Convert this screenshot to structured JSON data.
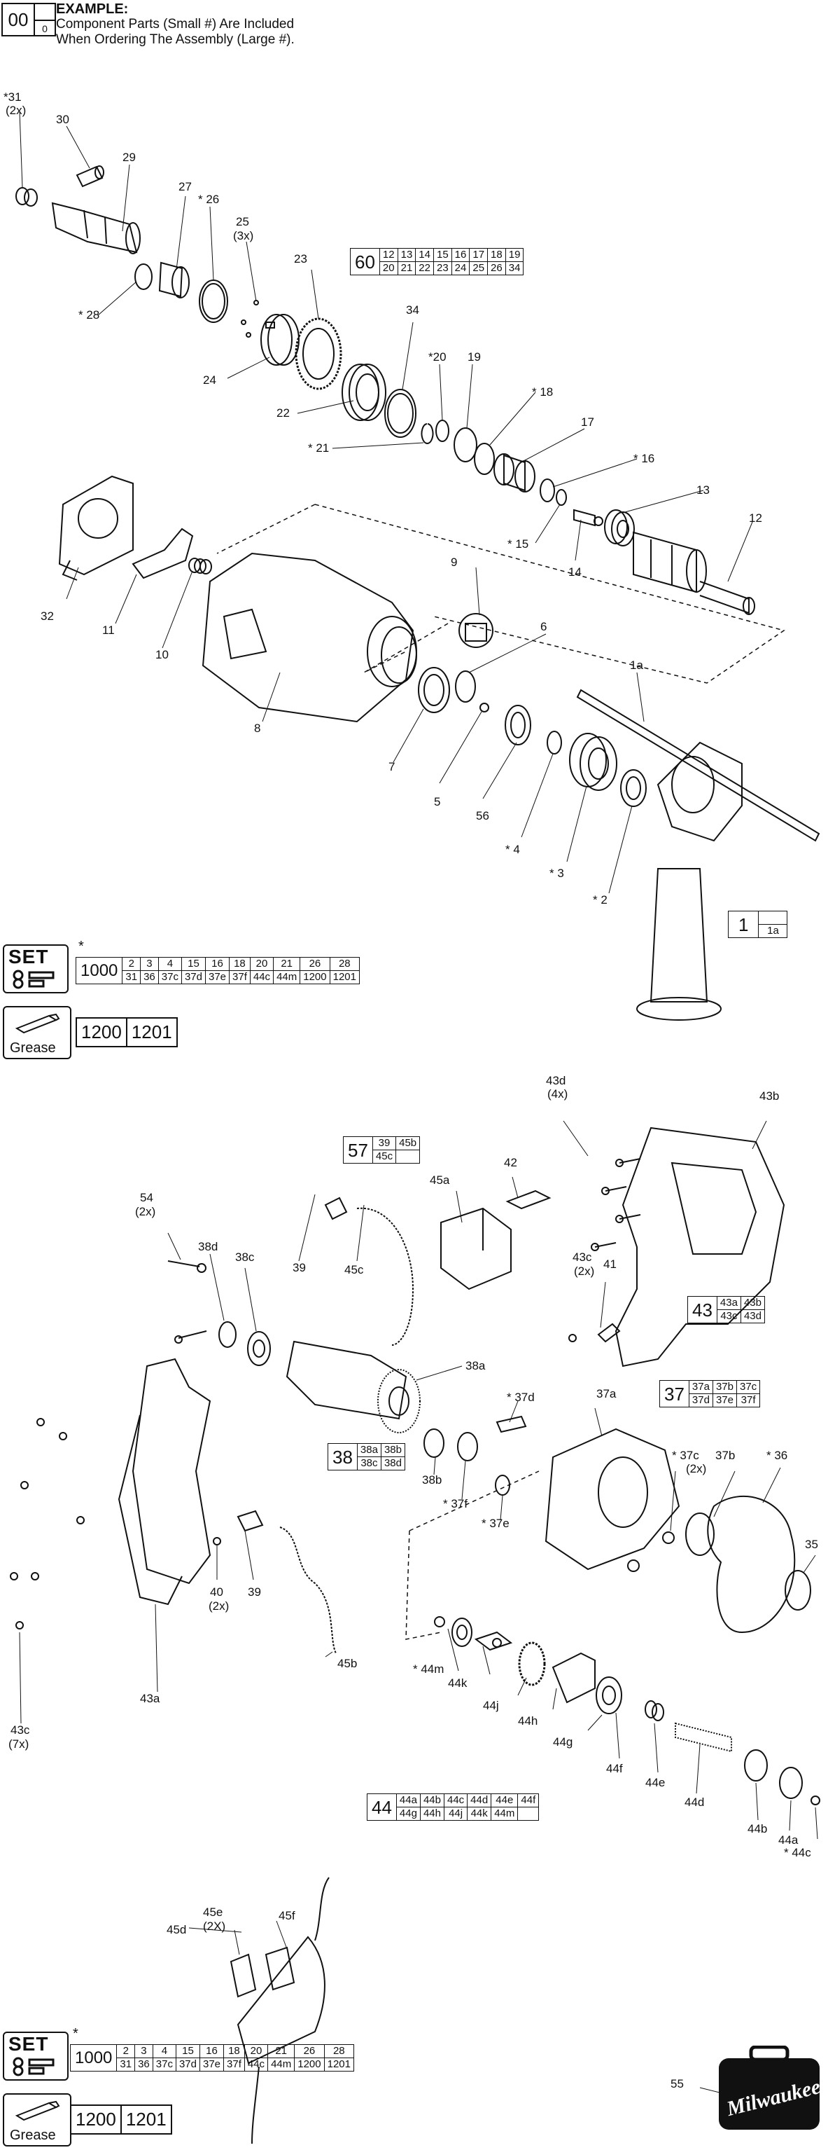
{
  "example": {
    "big_number": "00",
    "small_number": "0",
    "title": "EXAMPLE:",
    "line1": "Component Parts (Small #) Are Included",
    "line2": "When Ordering The Assembly (Large #)."
  },
  "kit_60": {
    "head": "60",
    "row1": [
      "12",
      "13",
      "14",
      "15",
      "16",
      "17",
      "18",
      "19"
    ],
    "row2": [
      "20",
      "21",
      "22",
      "23",
      "24",
      "25",
      "26",
      "34"
    ]
  },
  "kit_1": {
    "head": "1",
    "row1": [
      ""
    ],
    "row2": [
      "1a"
    ]
  },
  "kit_57": {
    "head": "57",
    "row1": [
      "39",
      "45b"
    ],
    "row2": [
      "45c",
      ""
    ]
  },
  "kit_43": {
    "head": "43",
    "row1": [
      "43a",
      "43b"
    ],
    "row2": [
      "43c",
      "43d"
    ]
  },
  "kit_37": {
    "head": "37",
    "row1": [
      "37a",
      "37b",
      "37c"
    ],
    "row2": [
      "37d",
      "37e",
      "37f"
    ]
  },
  "kit_38": {
    "head": "38",
    "row1": [
      "38a",
      "38b"
    ],
    "row2": [
      "38c",
      "38d"
    ]
  },
  "kit_44": {
    "head": "44",
    "row1": [
      "44a",
      "44b",
      "44c",
      "44d",
      "44e",
      "44f"
    ],
    "row2": [
      "44g",
      "44h",
      "44j",
      "44k",
      "44m",
      ""
    ]
  },
  "set_kit": {
    "label": "SET",
    "star": "*",
    "head": "1000",
    "row1": [
      "2",
      "3",
      "4",
      "15",
      "16",
      "18",
      "20",
      "21",
      "26",
      "28"
    ],
    "row2": [
      "31",
      "36",
      "37c",
      "37d",
      "37e",
      "37f",
      "44c",
      "44m",
      "1200",
      "1201"
    ]
  },
  "grease": {
    "label": "Grease",
    "numbers": [
      "1200",
      "1201"
    ]
  },
  "brand": "Milwaukee",
  "part_labels_top": [
    {
      "id": "31",
      "text": "*31"
    },
    {
      "id": "31q",
      "text": "(2x)"
    },
    {
      "id": "30",
      "text": "30"
    },
    {
      "id": "29",
      "text": "29"
    },
    {
      "id": "27",
      "text": "27"
    },
    {
      "id": "26",
      "text": "* 26"
    },
    {
      "id": "25",
      "text": "25"
    },
    {
      "id": "25q",
      "text": "(3x)"
    },
    {
      "id": "28",
      "text": "* 28"
    },
    {
      "id": "23",
      "text": "23"
    },
    {
      "id": "24",
      "text": "24"
    },
    {
      "id": "34",
      "text": "34"
    },
    {
      "id": "22",
      "text": "22"
    },
    {
      "id": "20",
      "text": "*20"
    },
    {
      "id": "19",
      "text": "19"
    },
    {
      "id": "18",
      "text": "* 18"
    },
    {
      "id": "21",
      "text": "* 21"
    },
    {
      "id": "17",
      "text": "17"
    },
    {
      "id": "16",
      "text": "* 16"
    },
    {
      "id": "13",
      "text": "13"
    },
    {
      "id": "15",
      "text": "* 15"
    },
    {
      "id": "12",
      "text": "12"
    },
    {
      "id": "14",
      "text": "14"
    },
    {
      "id": "32",
      "text": "32"
    },
    {
      "id": "11",
      "text": "11"
    },
    {
      "id": "10",
      "text": "10"
    },
    {
      "id": "9",
      "text": "9"
    },
    {
      "id": "6",
      "text": "6"
    },
    {
      "id": "8",
      "text": "8"
    },
    {
      "id": "7",
      "text": "7"
    },
    {
      "id": "5",
      "text": "5"
    },
    {
      "id": "56",
      "text": "56"
    },
    {
      "id": "1a",
      "text": "1a"
    },
    {
      "id": "4",
      "text": "* 4"
    },
    {
      "id": "3",
      "text": "* 3"
    },
    {
      "id": "2",
      "text": "* 2"
    }
  ],
  "part_labels_bottom": [
    {
      "id": "43d",
      "text": "43d"
    },
    {
      "id": "43dq",
      "text": "(4x)"
    },
    {
      "id": "43b",
      "text": "43b"
    },
    {
      "id": "42",
      "text": "42"
    },
    {
      "id": "45a",
      "text": "45a"
    },
    {
      "id": "54",
      "text": "54"
    },
    {
      "id": "54q",
      "text": "(2x)"
    },
    {
      "id": "38d",
      "text": "38d"
    },
    {
      "id": "38c",
      "text": "38c"
    },
    {
      "id": "39a",
      "text": "39"
    },
    {
      "id": "45c",
      "text": "45c"
    },
    {
      "id": "43c",
      "text": "43c"
    },
    {
      "id": "43cq",
      "text": "(2x)"
    },
    {
      "id": "41",
      "text": "41"
    },
    {
      "id": "38a",
      "text": "38a"
    },
    {
      "id": "37d",
      "text": "* 37d"
    },
    {
      "id": "37a",
      "text": "37a"
    },
    {
      "id": "38b",
      "text": "38b"
    },
    {
      "id": "37f",
      "text": "* 37f"
    },
    {
      "id": "37e",
      "text": "* 37e"
    },
    {
      "id": "37c",
      "text": "* 37c"
    },
    {
      "id": "37cq",
      "text": "(2x)"
    },
    {
      "id": "37b",
      "text": "37b"
    },
    {
      "id": "36",
      "text": "* 36"
    },
    {
      "id": "35",
      "text": "35"
    },
    {
      "id": "40",
      "text": "40"
    },
    {
      "id": "40q",
      "text": "(2x)"
    },
    {
      "id": "39b",
      "text": "39"
    },
    {
      "id": "45b",
      "text": "45b"
    },
    {
      "id": "44m",
      "text": "* 44m"
    },
    {
      "id": "44k",
      "text": "44k"
    },
    {
      "id": "44j",
      "text": "44j"
    },
    {
      "id": "44h",
      "text": "44h"
    },
    {
      "id": "44g",
      "text": "44g"
    },
    {
      "id": "44f",
      "text": "44f"
    },
    {
      "id": "44e",
      "text": "44e"
    },
    {
      "id": "44d",
      "text": "44d"
    },
    {
      "id": "44b",
      "text": "44b"
    },
    {
      "id": "44a",
      "text": "44a"
    },
    {
      "id": "44c",
      "text": "* 44c"
    },
    {
      "id": "43a",
      "text": "43a"
    },
    {
      "id": "43c2",
      "text": "43c"
    },
    {
      "id": "43c2q",
      "text": "(7x)"
    },
    {
      "id": "45e",
      "text": "45e"
    },
    {
      "id": "45eq",
      "text": "(2X)"
    },
    {
      "id": "45f",
      "text": "45f"
    },
    {
      "id": "45d",
      "text": "45d"
    },
    {
      "id": "55",
      "text": "55"
    }
  ]
}
